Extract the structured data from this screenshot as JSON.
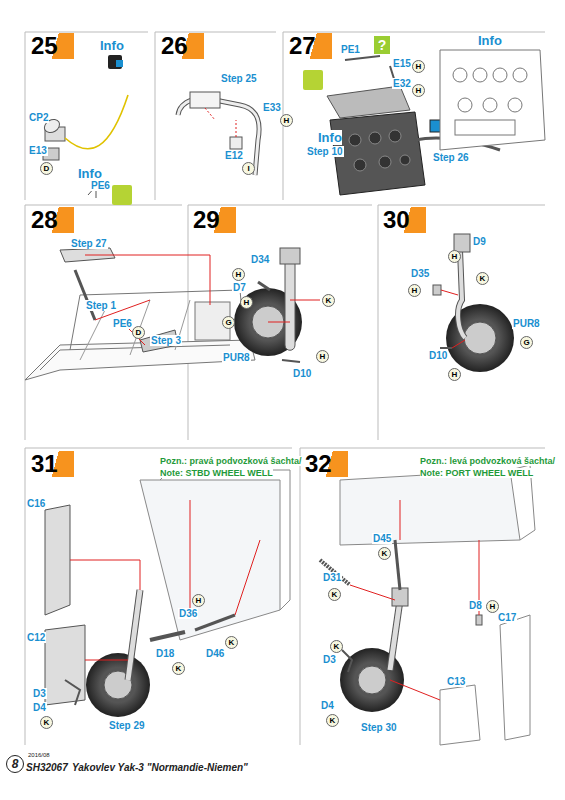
{
  "diagram": {
    "nodes": [
      {
        "text": [
          "25"
        ]
      },
      {
        "text": [
          "26"
        ]
      },
      {
        "text": [
          "27"
        ]
      },
      {
        "text": [
          "28"
        ]
      },
      {
        "text": [
          "29"
        ]
      },
      {
        "text": [
          "30"
        ]
      },
      {
        "text": [
          "31"
        ]
      },
      {
        "text": [
          "32"
        ]
      }
    ],
    "labels": [
      "Info",
      "CP2",
      "E13",
      "D",
      "Info",
      "PE6",
      "Step 25",
      "E33",
      "H",
      "E12",
      "I",
      "PE1",
      "?",
      "E15",
      "H",
      "E32",
      "H",
      "Info",
      "Info",
      "Step 10",
      "Step 26",
      "Step 27",
      "Step 1",
      "PE6",
      "D",
      "Step 3",
      "D34",
      "H",
      "D7",
      "H",
      "K",
      "G",
      "PUR8",
      "H",
      "D10",
      "D9",
      "H",
      "D35",
      "H",
      "K",
      "PUR8",
      "G",
      "D10",
      "H",
      "Pozn.: pravá podvozková šachta/",
      "Note: STBD WHEEL WELL",
      "C16",
      "D36",
      "H",
      "D18",
      "K",
      "D46",
      "K",
      "C12",
      "D3",
      "D4",
      "K",
      "Step 29",
      "Pozn.: levá podvozková šachta/",
      "Note: PORT WHEEL WELL",
      "D45",
      "K",
      "D31",
      "K",
      "D8",
      "H",
      "C17",
      "D3",
      "K",
      "D4",
      "K",
      "C13",
      "Step 30",
      "8",
      "2016/08",
      "SH32067",
      "Yakovlev Yak-3 \"Normandie-Niemen\""
    ]
  }
}
